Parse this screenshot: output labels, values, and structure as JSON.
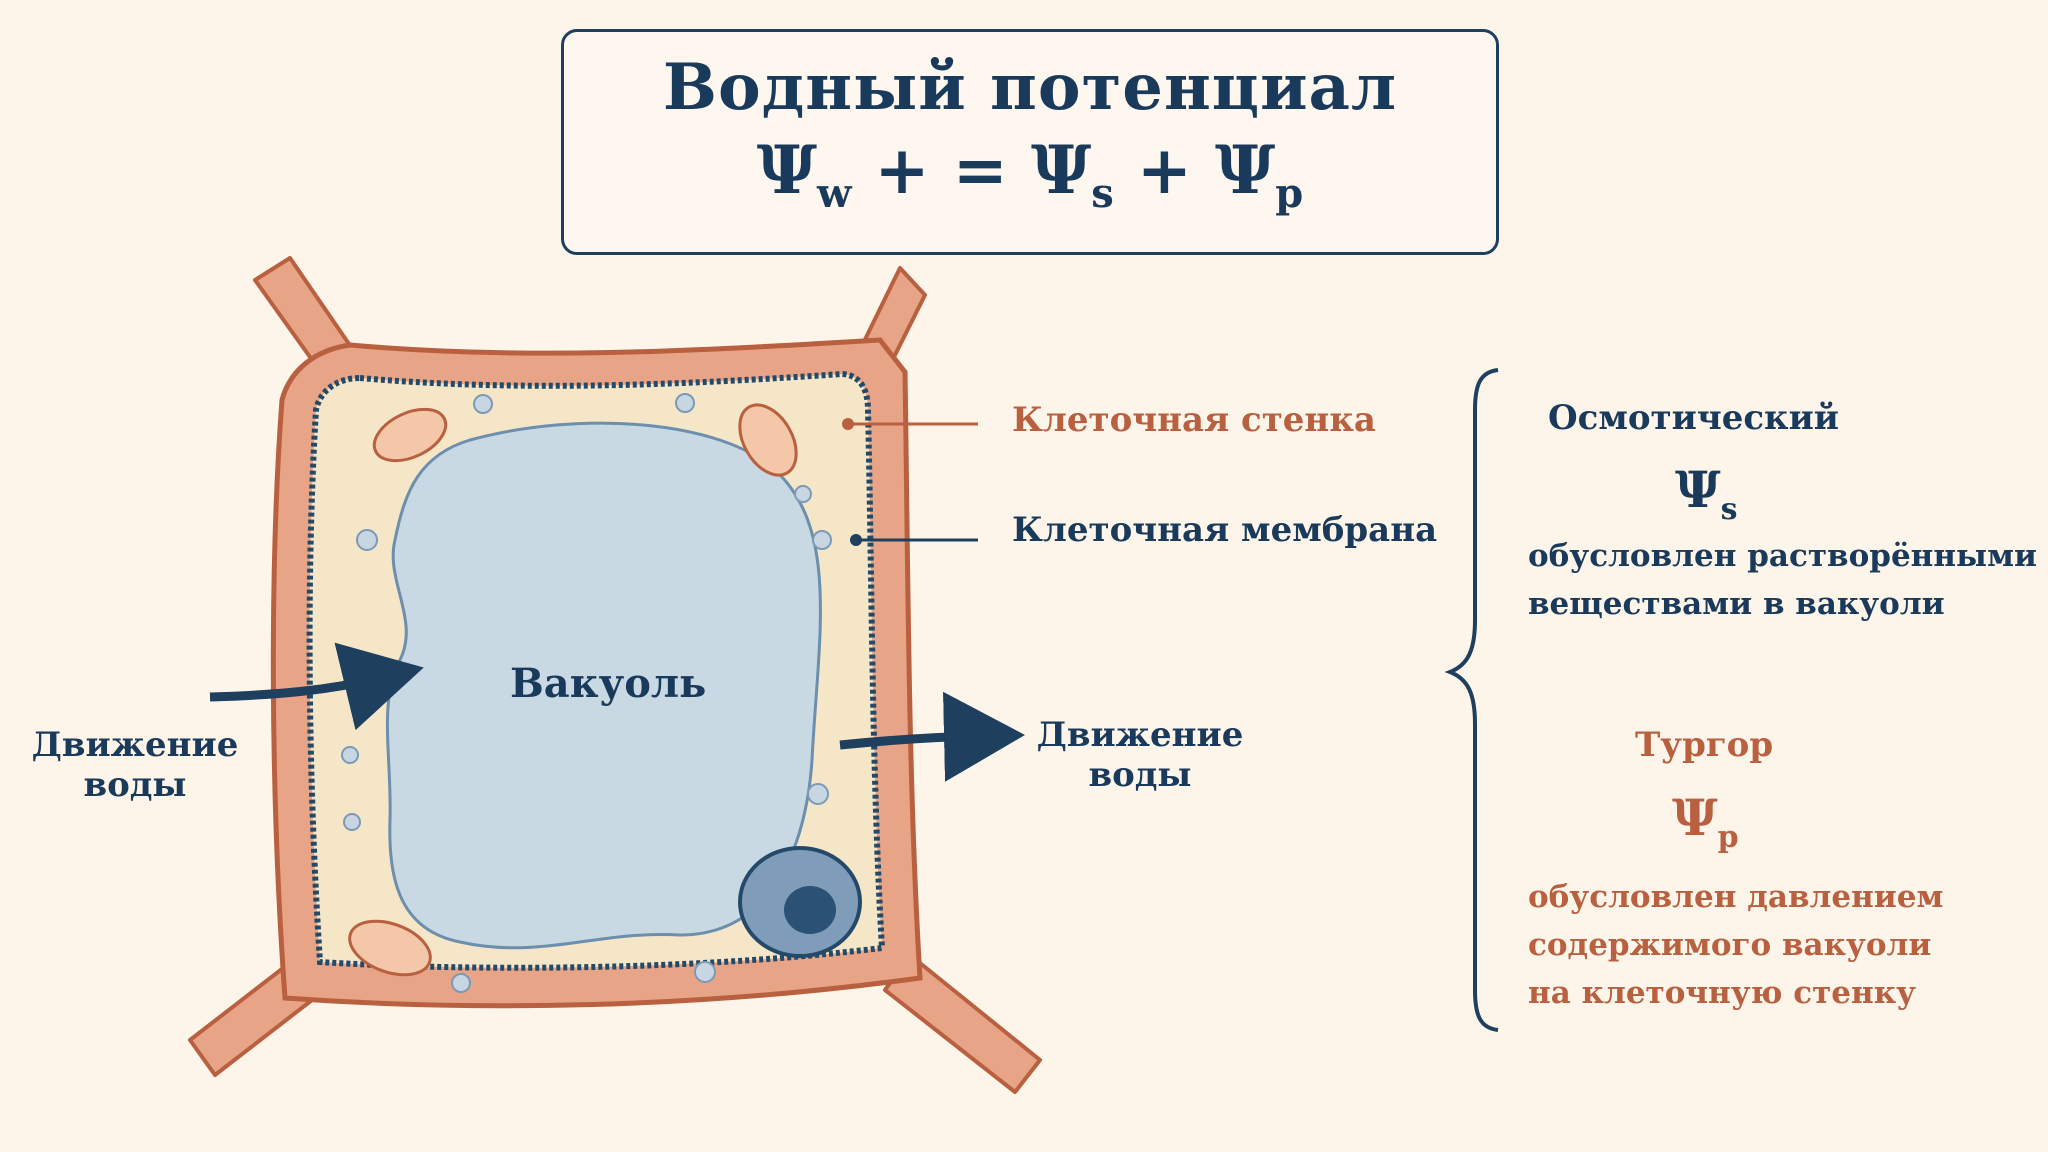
{
  "title": {
    "heading": "Водный потенциал",
    "formula": {
      "psi_w": "Ψ",
      "sub_w": "w",
      "plus_eq": " + = ",
      "psi_s": "Ψ",
      "sub_s": "s",
      "plus": " + ",
      "psi_p": "Ψ",
      "sub_p": "p"
    }
  },
  "cell": {
    "vacuole_label": "Вакуоль",
    "wall_label": "Клеточная стенка",
    "membrane_label": "Клеточная мембрана",
    "water_in": [
      "Движение",
      "воды"
    ],
    "water_out": [
      "Движение",
      "воды"
    ]
  },
  "explanation": {
    "osmotic": {
      "title": "Осмотический",
      "symbol": "Ψ",
      "sub": "s",
      "desc": [
        "обусловлен растворёнными",
        "веществами в вакуоли"
      ]
    },
    "turgor": {
      "title": "Тургор",
      "symbol": "Ψ",
      "sub": "p",
      "desc": [
        "обусловлен давлением",
        "содержимого вакуоли",
        "на клеточную стенку"
      ]
    }
  },
  "colors": {
    "navy": "#1a3a5c",
    "rust": "#b8603f",
    "wall": "#e8a486",
    "cytoplasm": "#f6e6c8",
    "vacuole": "#c9d9e3",
    "background": "#fdf4ea"
  }
}
